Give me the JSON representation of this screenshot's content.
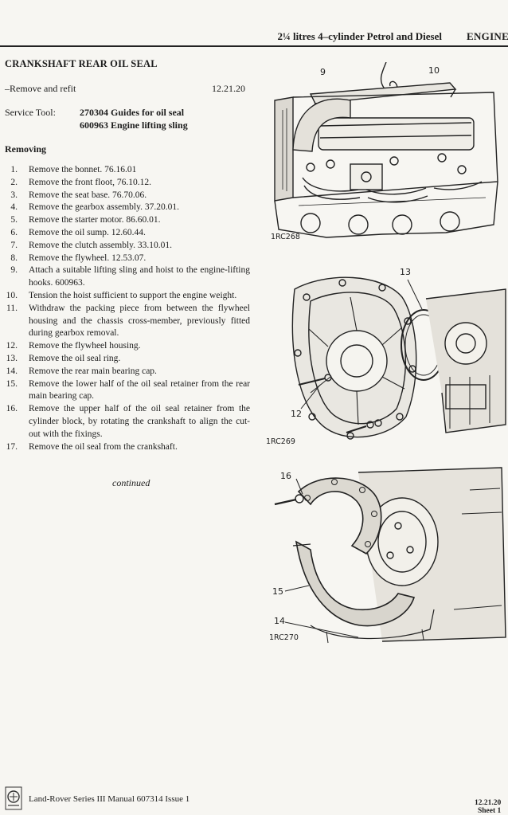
{
  "header": {
    "title": "2¼ litres 4–cylinder Petrol and Diesel",
    "section": "ENGINE"
  },
  "content": {
    "title": "CRANKSHAFT REAR OIL SEAL",
    "operation_label": "–Remove and refit",
    "operation_code": "12.21.20",
    "service_tool_label": "Service Tool:",
    "service_tools": [
      "270304 Guides for oil seal",
      "600963 Engine lifting sling"
    ],
    "removing_heading": "Removing",
    "steps": [
      {
        "num": "1.",
        "text": "Remove the bonnet. 76.16.01"
      },
      {
        "num": "2.",
        "text": "Remove the front floot, 76.10.12."
      },
      {
        "num": "3.",
        "text": "Remove the seat base. 76.70.06."
      },
      {
        "num": "4.",
        "text": "Remove the gearbox assembly. 37.20.01."
      },
      {
        "num": "5.",
        "text": "Remove the starter motor. 86.60.01."
      },
      {
        "num": "6.",
        "text": "Remove the oil sump. 12.60.44."
      },
      {
        "num": "7.",
        "text": "Remove the clutch assembly. 33.10.01."
      },
      {
        "num": "8.",
        "text": "Remove the flywheel. 12.53.07."
      },
      {
        "num": "9.",
        "text": "Attach a suitable lifting sling and hoist to the engine-lifting hooks. 600963."
      },
      {
        "num": "10.",
        "text": "Tension the hoist sufficient to support the engine weight."
      },
      {
        "num": "11.",
        "text": "Withdraw the packing piece from between the flywheel housing and the chassis cross-member, previously fitted during gearbox removal."
      },
      {
        "num": "12.",
        "text": "Remove the flywheel housing."
      },
      {
        "num": "13.",
        "text": "Remove the oil seal ring."
      },
      {
        "num": "14.",
        "text": "Remove the rear main bearing cap."
      },
      {
        "num": "15.",
        "text": "Remove the lower half of the oil seal retainer from the rear main bearing cap."
      },
      {
        "num": "16.",
        "text": "Remove the upper half of the oil seal retainer from the cylinder block, by rotating the crankshaft to align the cut-out with the fixings."
      },
      {
        "num": "17.",
        "text": "Remove the oil seal from the crankshaft."
      }
    ],
    "continued": "continued"
  },
  "figures": [
    {
      "label": "1RC268",
      "callouts": [
        "9",
        "10"
      ]
    },
    {
      "label": "1RC269",
      "callouts": [
        "13",
        "12"
      ]
    },
    {
      "label": "1RC270",
      "callouts": [
        "16",
        "15",
        "14"
      ]
    }
  ],
  "footer": {
    "manual": "Land-Rover Series III Manual 607314 Issue 1",
    "code": "12.21.20",
    "sheet": "Sheet 1"
  }
}
